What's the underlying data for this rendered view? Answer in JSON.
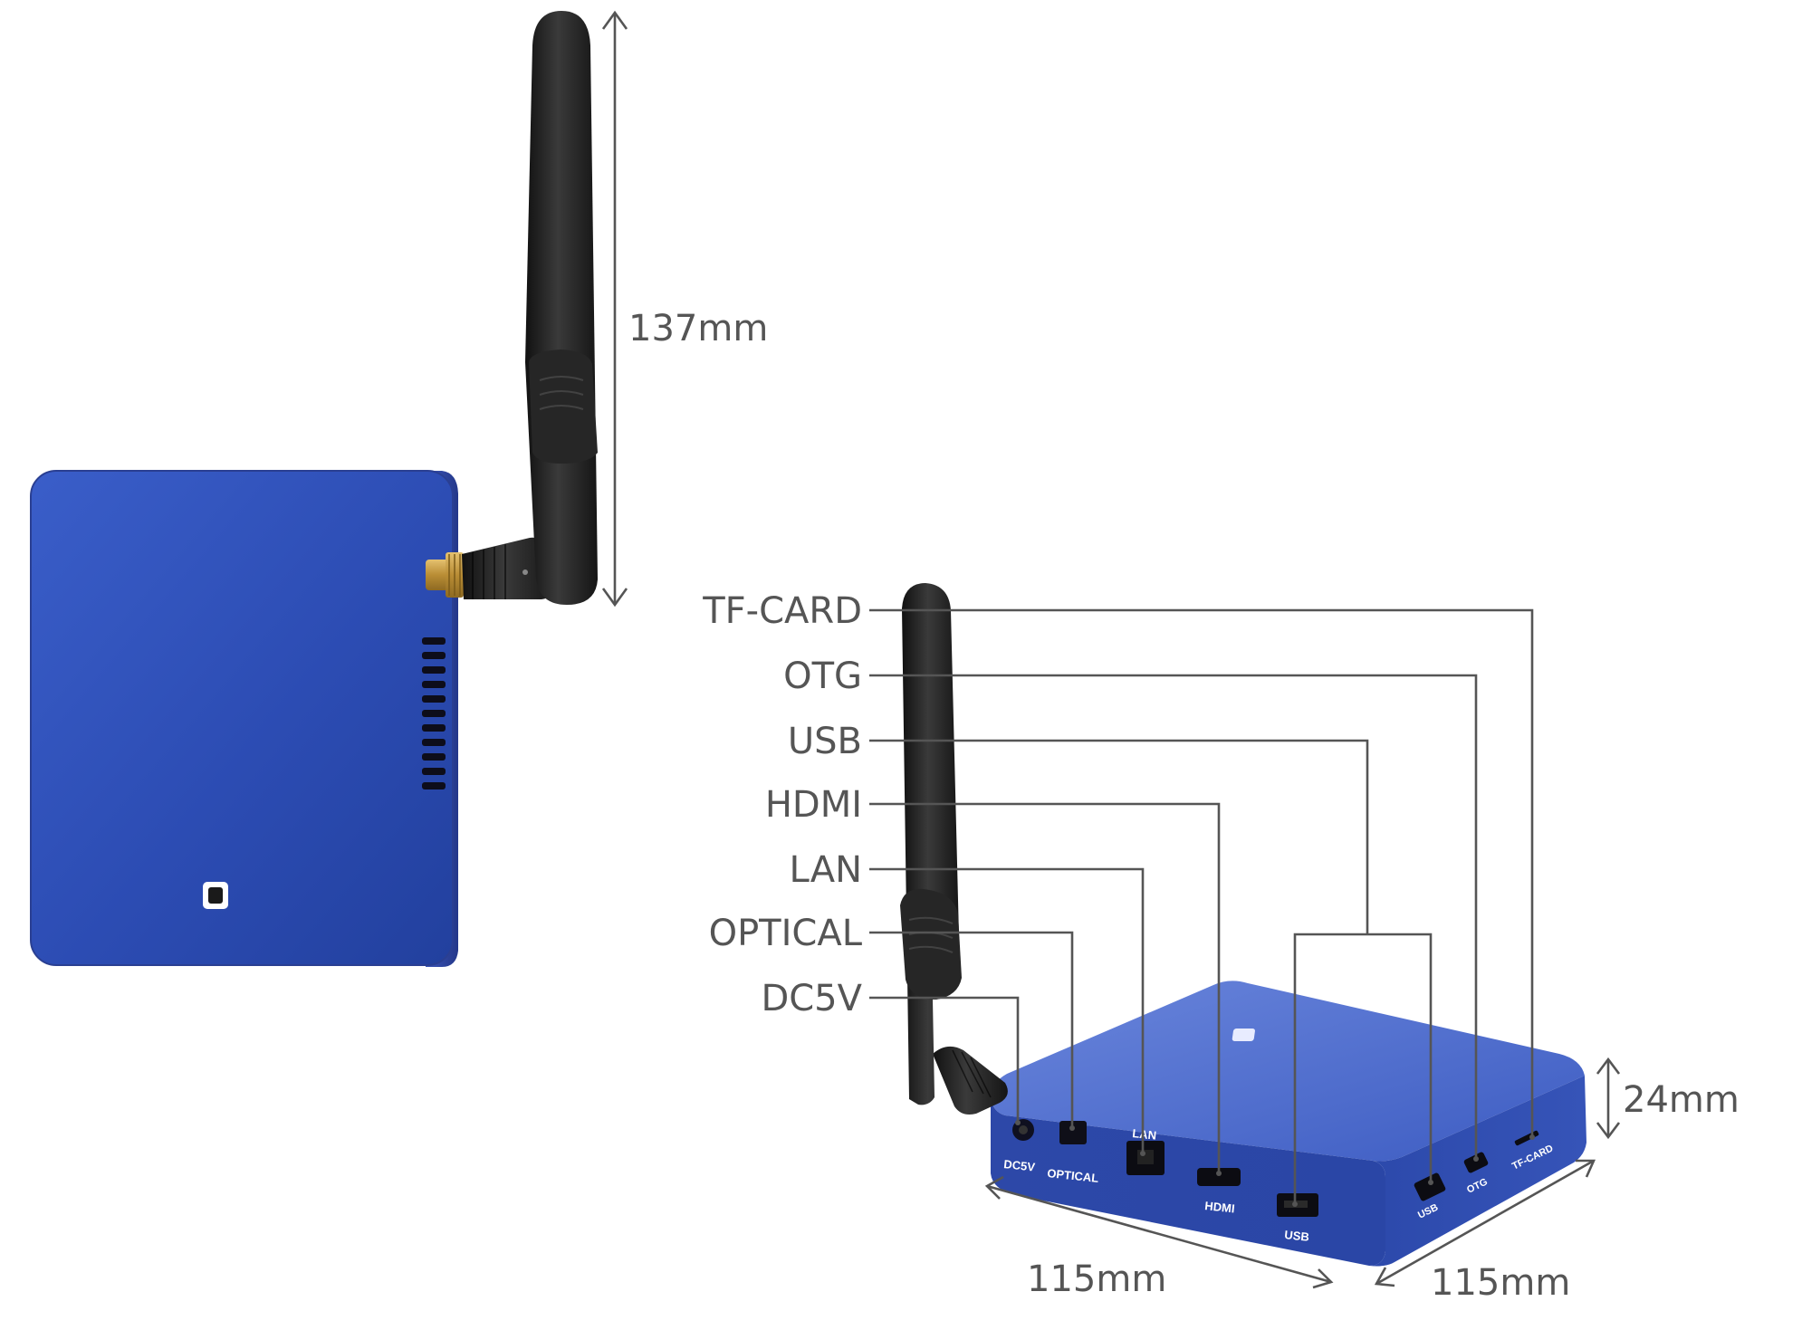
{
  "dimensions": {
    "antenna_height": "137mm",
    "box_height": "24mm",
    "box_width": "115mm",
    "box_depth": "115mm"
  },
  "callouts": [
    "TF-CARD",
    "OTG",
    "USB",
    "HDMI",
    "LAN",
    "OPTICAL",
    "DC5V"
  ],
  "port_labels": {
    "dc5v": "DC5V",
    "optical": "OPTICAL",
    "lan": "LAN",
    "hdmi": "HDMI",
    "usb_front": "USB",
    "usb_side": "USB",
    "otg": "OTG",
    "tf_card": "TF-CARD"
  },
  "colors": {
    "box_blue": "#2f4fb4",
    "box_edge": "#2a3f92",
    "antenna": "#1c1c1c",
    "connector_gold": "#c9a24a",
    "text_gray": "#555555"
  }
}
